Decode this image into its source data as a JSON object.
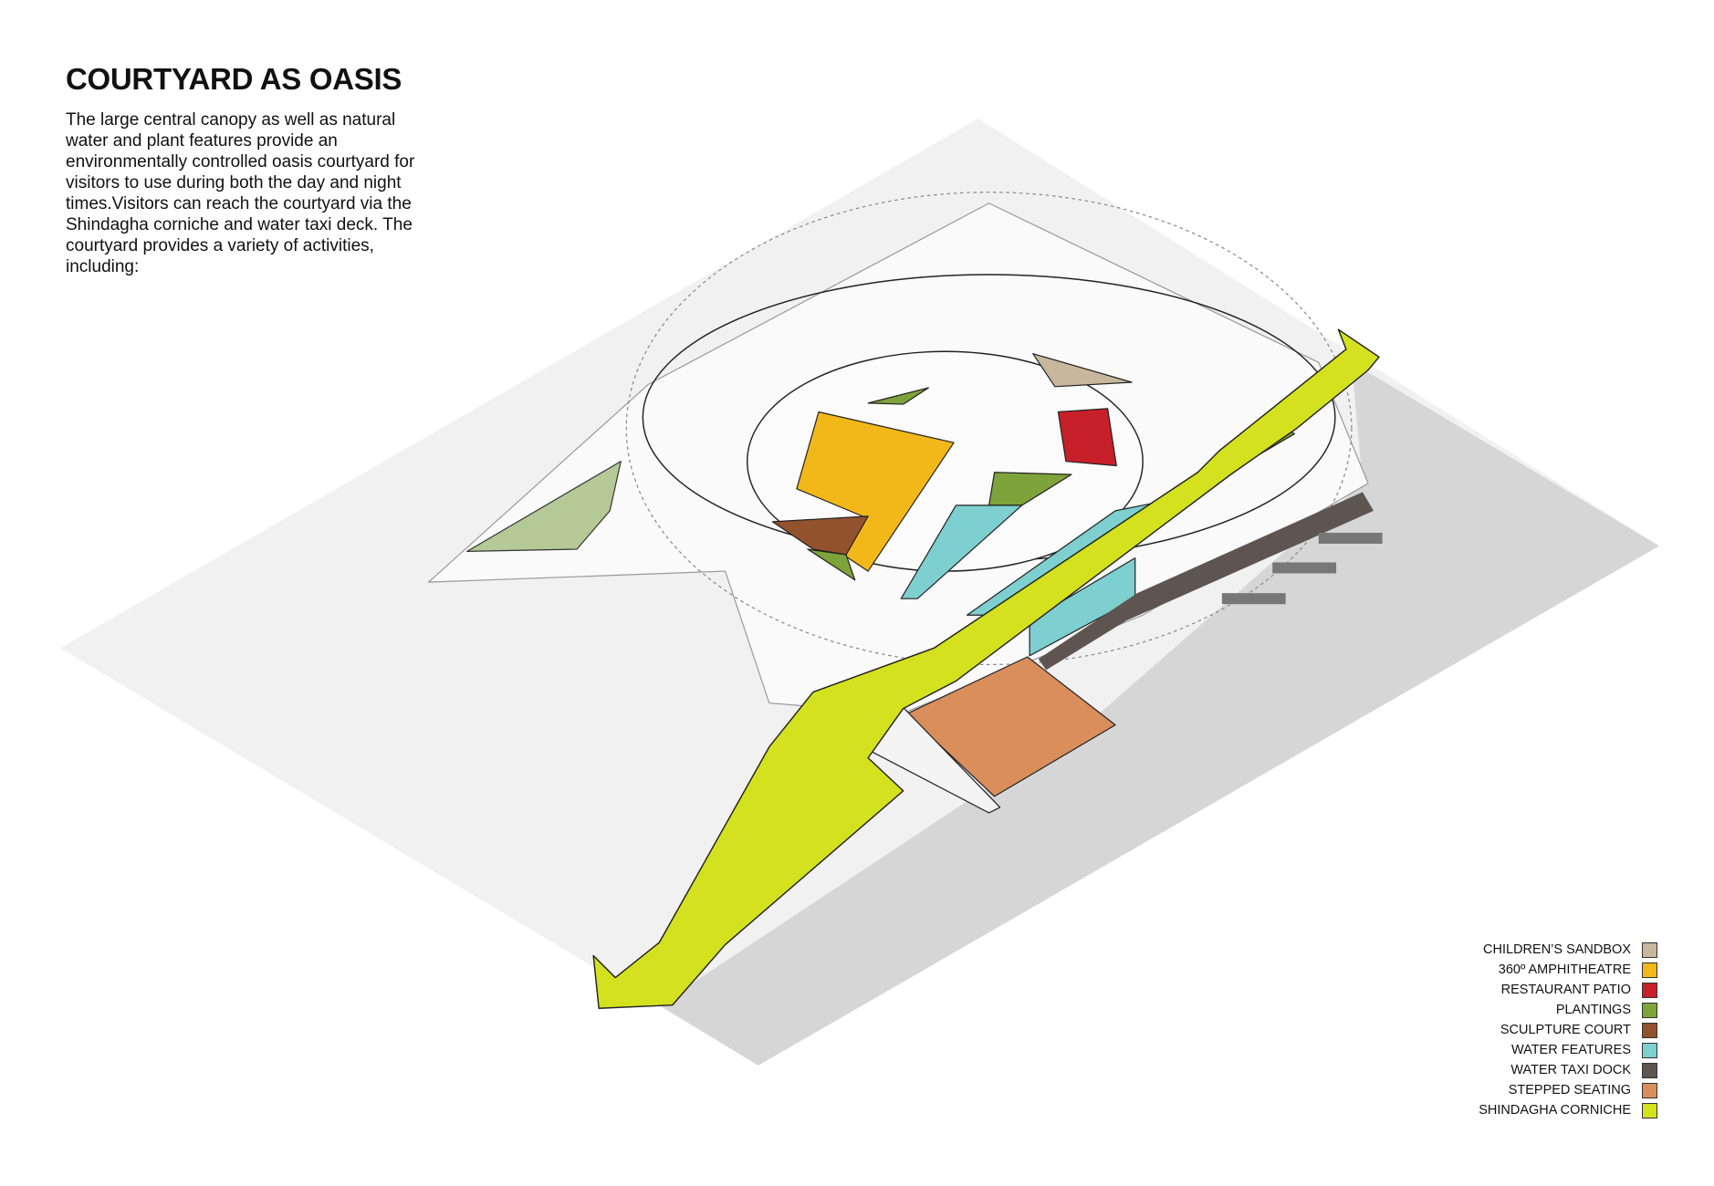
{
  "title": "COURTYARD AS OASIS",
  "description": "The large central canopy as well as natural water and plant features provide an environmentally controlled oasis courtyard for visitors to use during both the day and night times.Visitors can reach the courtyard via the Shindagha corniche and water taxi deck. The courtyard provides a variety of activities, including:",
  "legend": [
    {
      "label": "CHILDREN’S SANDBOX",
      "color": "#c8b79c"
    },
    {
      "label": "360º AMPHITHEATRE",
      "color": "#f2b81a"
    },
    {
      "label": "RESTAURANT PATIO",
      "color": "#c8202a"
    },
    {
      "label": "PLANTINGS",
      "color": "#7ea33a"
    },
    {
      "label": "SCULPTURE COURT",
      "color": "#93522e"
    },
    {
      "label": "WATER FEATURES",
      "color": "#7ecfcf"
    },
    {
      "label": "WATER TAXI DOCK",
      "color": "#5e5550"
    },
    {
      "label": "STEPPED SEATING",
      "color": "#d98e5c"
    },
    {
      "label": "SHINDAGHA CORNICHE",
      "color": "#d4e11e"
    }
  ]
}
